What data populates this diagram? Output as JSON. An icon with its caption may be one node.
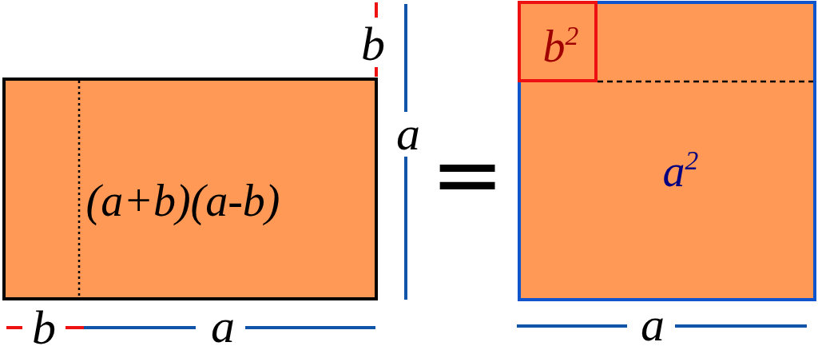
{
  "diagram": {
    "nodes": [
      {
        "text": [
          "(a+b)(a-b)"
        ]
      },
      {
        "text": [
          "a$^{2}$"
        ]
      },
      {
        "text": [
          "b$^{2}$"
        ],
        "in": 1
      }
    ],
    "labels": [
      "b",
      "a",
      "=",
      "b",
      "a",
      "a"
    ]
  }
}
